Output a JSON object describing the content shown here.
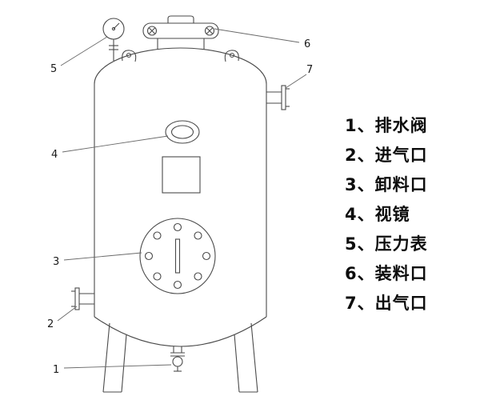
{
  "legend": {
    "items": [
      "1、排水阀",
      "2、进气口",
      "3、卸料口",
      "4、视镜",
      "5、压力表",
      "6、装料口",
      "7、出气口"
    ]
  },
  "diagram": {
    "callouts": [
      "1",
      "2",
      "3",
      "4",
      "5",
      "6",
      "7"
    ]
  },
  "colors": {
    "line": "#4a4a4a",
    "text": "#0d0d0d",
    "background": "#ffffff"
  }
}
